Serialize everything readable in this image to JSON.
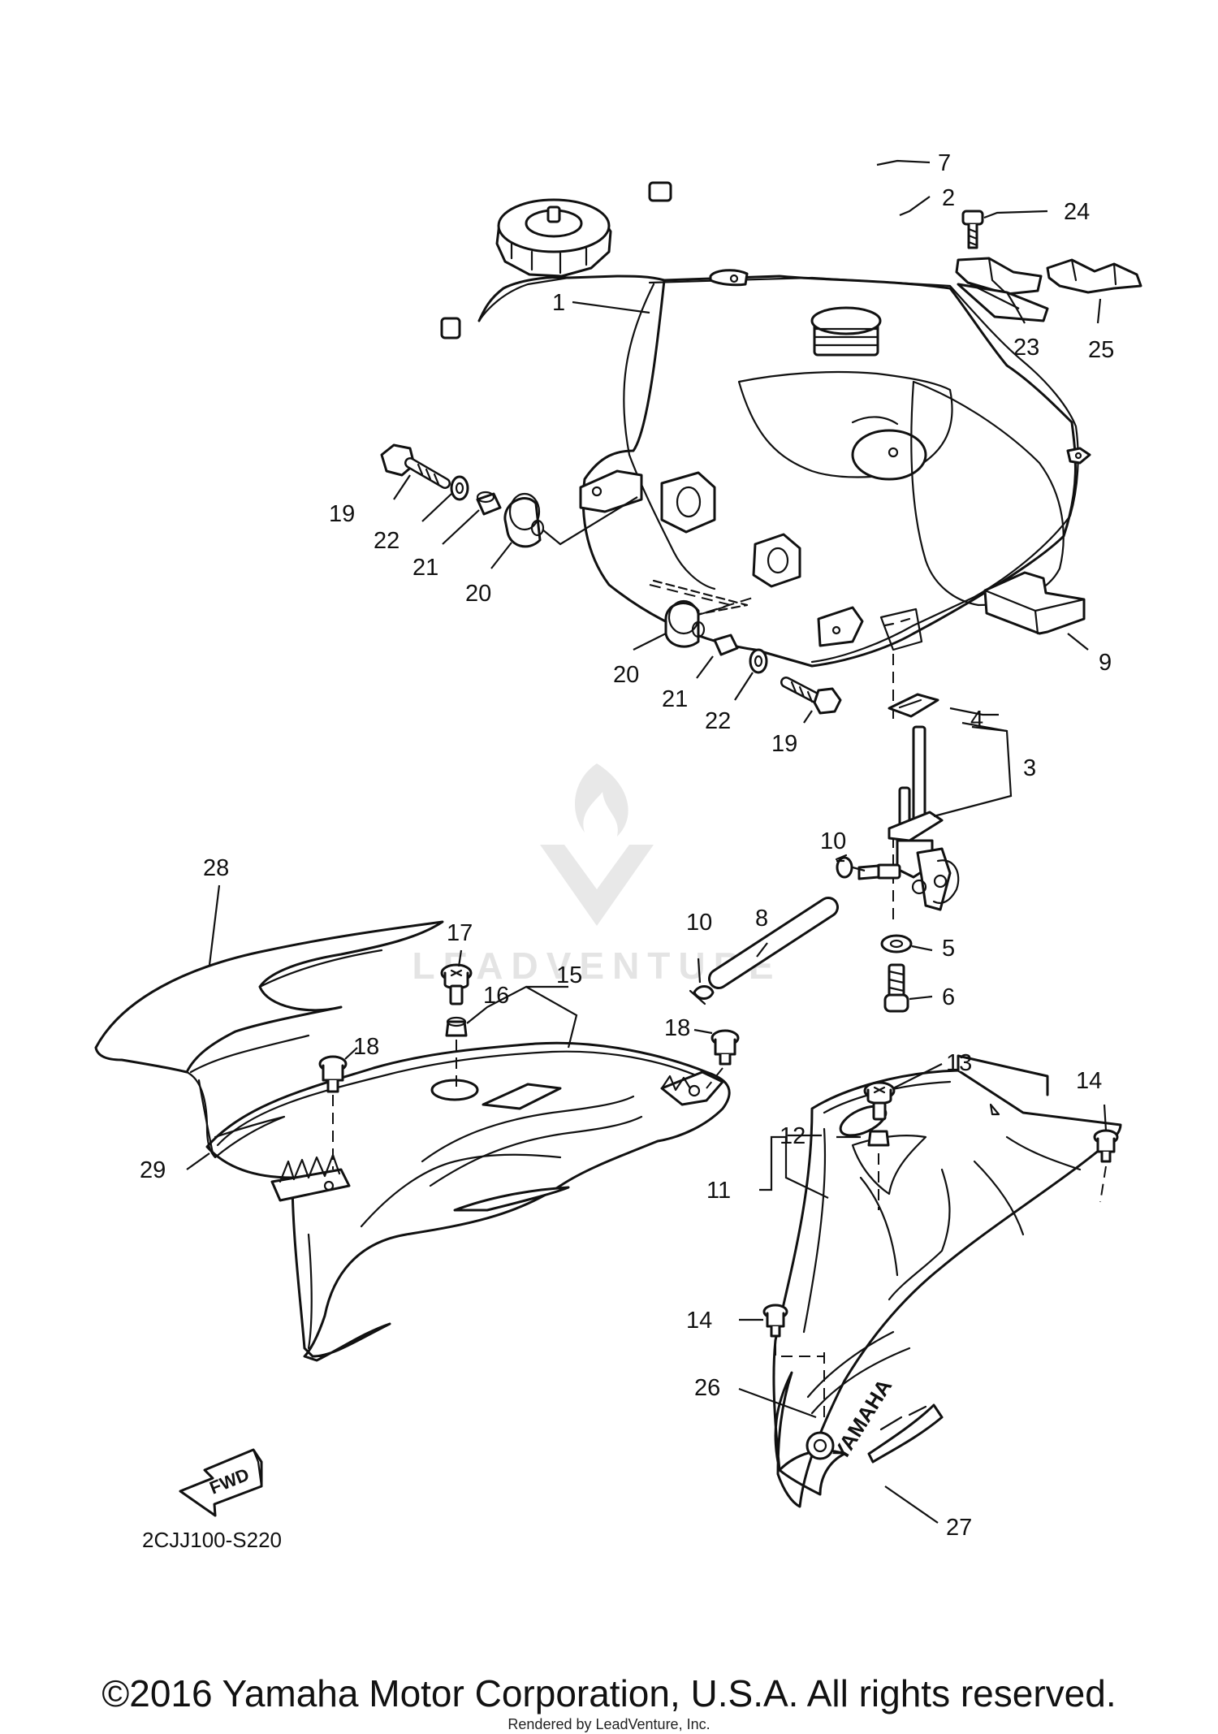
{
  "diagram_code": "2CJJ100-S220",
  "fwd_label": "FWD",
  "watermark": "LEADVENTURE",
  "decal_brand": "YAMAHA",
  "copyright": "©2016 Yamaha Motor Corporation, U.S.A. All rights reserved.",
  "rendered_by": "Rendered by LeadVenture, Inc.",
  "callouts": [
    {
      "id": "c1",
      "label": "1"
    },
    {
      "id": "c2",
      "label": "2"
    },
    {
      "id": "c3",
      "label": "3"
    },
    {
      "id": "c4",
      "label": "4"
    },
    {
      "id": "c5",
      "label": "5"
    },
    {
      "id": "c6",
      "label": "6"
    },
    {
      "id": "c7",
      "label": "7"
    },
    {
      "id": "c8",
      "label": "8"
    },
    {
      "id": "c9",
      "label": "9"
    },
    {
      "id": "c10a",
      "label": "10"
    },
    {
      "id": "c10b",
      "label": "10"
    },
    {
      "id": "c11",
      "label": "11"
    },
    {
      "id": "c12",
      "label": "12"
    },
    {
      "id": "c13",
      "label": "13"
    },
    {
      "id": "c14a",
      "label": "14"
    },
    {
      "id": "c14b",
      "label": "14"
    },
    {
      "id": "c15",
      "label": "15"
    },
    {
      "id": "c16",
      "label": "16"
    },
    {
      "id": "c17",
      "label": "17"
    },
    {
      "id": "c18a",
      "label": "18"
    },
    {
      "id": "c18b",
      "label": "18"
    },
    {
      "id": "c19a",
      "label": "19"
    },
    {
      "id": "c19b",
      "label": "19"
    },
    {
      "id": "c20a",
      "label": "20"
    },
    {
      "id": "c20b",
      "label": "20"
    },
    {
      "id": "c21a",
      "label": "21"
    },
    {
      "id": "c21b",
      "label": "21"
    },
    {
      "id": "c22a",
      "label": "22"
    },
    {
      "id": "c22b",
      "label": "22"
    },
    {
      "id": "c23",
      "label": "23"
    },
    {
      "id": "c24",
      "label": "24"
    },
    {
      "id": "c25",
      "label": "25"
    },
    {
      "id": "c26",
      "label": "26"
    },
    {
      "id": "c27",
      "label": "27"
    },
    {
      "id": "c28",
      "label": "28"
    },
    {
      "id": "c29",
      "label": "29"
    }
  ]
}
